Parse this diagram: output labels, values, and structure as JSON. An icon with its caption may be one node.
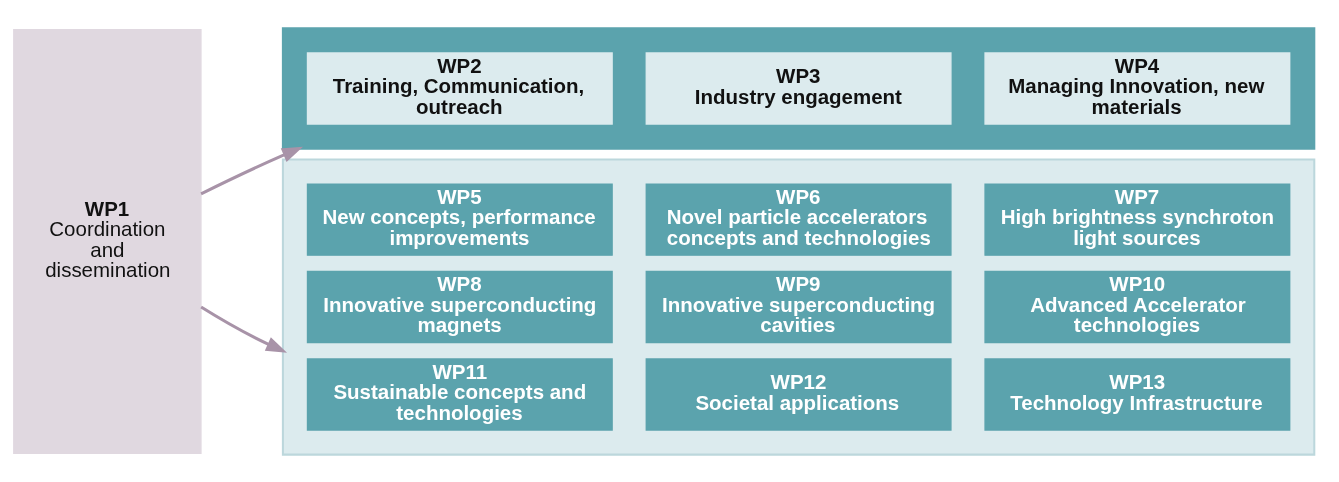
{
  "diagram": {
    "nodes": [
      {
        "text": [
          "WP1",
          "Coordination and dissemination"
        ]
      },
      {
        "text": [],
        "shape": "box"
      },
      {
        "text": [
          "WP2",
          "Training, Communication, outreach"
        ],
        "in": 1
      },
      {
        "text": [
          "WP3",
          "Industry engagement"
        ],
        "in": 1
      },
      {
        "text": [
          "WP4",
          "Managing Innovation, new materials"
        ],
        "in": 1
      },
      {
        "text": [],
        "shape": "box"
      },
      {
        "text": [
          "WP5",
          "New concepts, performance improvements"
        ],
        "in": 5
      },
      {
        "text": [
          "WP6",
          "Novel particle accelerators concepts and technologies"
        ],
        "in": 5
      },
      {
        "text": [
          "WP7",
          "High brightness synchroton light sources"
        ],
        "in": 5
      },
      {
        "text": [
          "WP8",
          "Innovative superconducting magnets"
        ],
        "in": 5
      },
      {
        "text": [
          "WP9",
          "Innovative superconducting cavities"
        ],
        "in": 5
      },
      {
        "text": [
          "WP10",
          "Advanced Accelerator technologies"
        ],
        "in": 5
      },
      {
        "text": [
          "WP11",
          "Sustainable concepts and technologies"
        ],
        "in": 5
      },
      {
        "text": [
          "WP12",
          "Societal applications"
        ],
        "in": 5
      },
      {
        "text": [
          "WP13",
          "Technology Infrastructure"
        ],
        "in": 5
      }
    ],
    "edges": [
      {
        "from": 0,
        "to": 1,
        "arrow": "to"
      },
      {
        "from": 0,
        "to": 5,
        "arrow": "to"
      }
    ]
  }
}
